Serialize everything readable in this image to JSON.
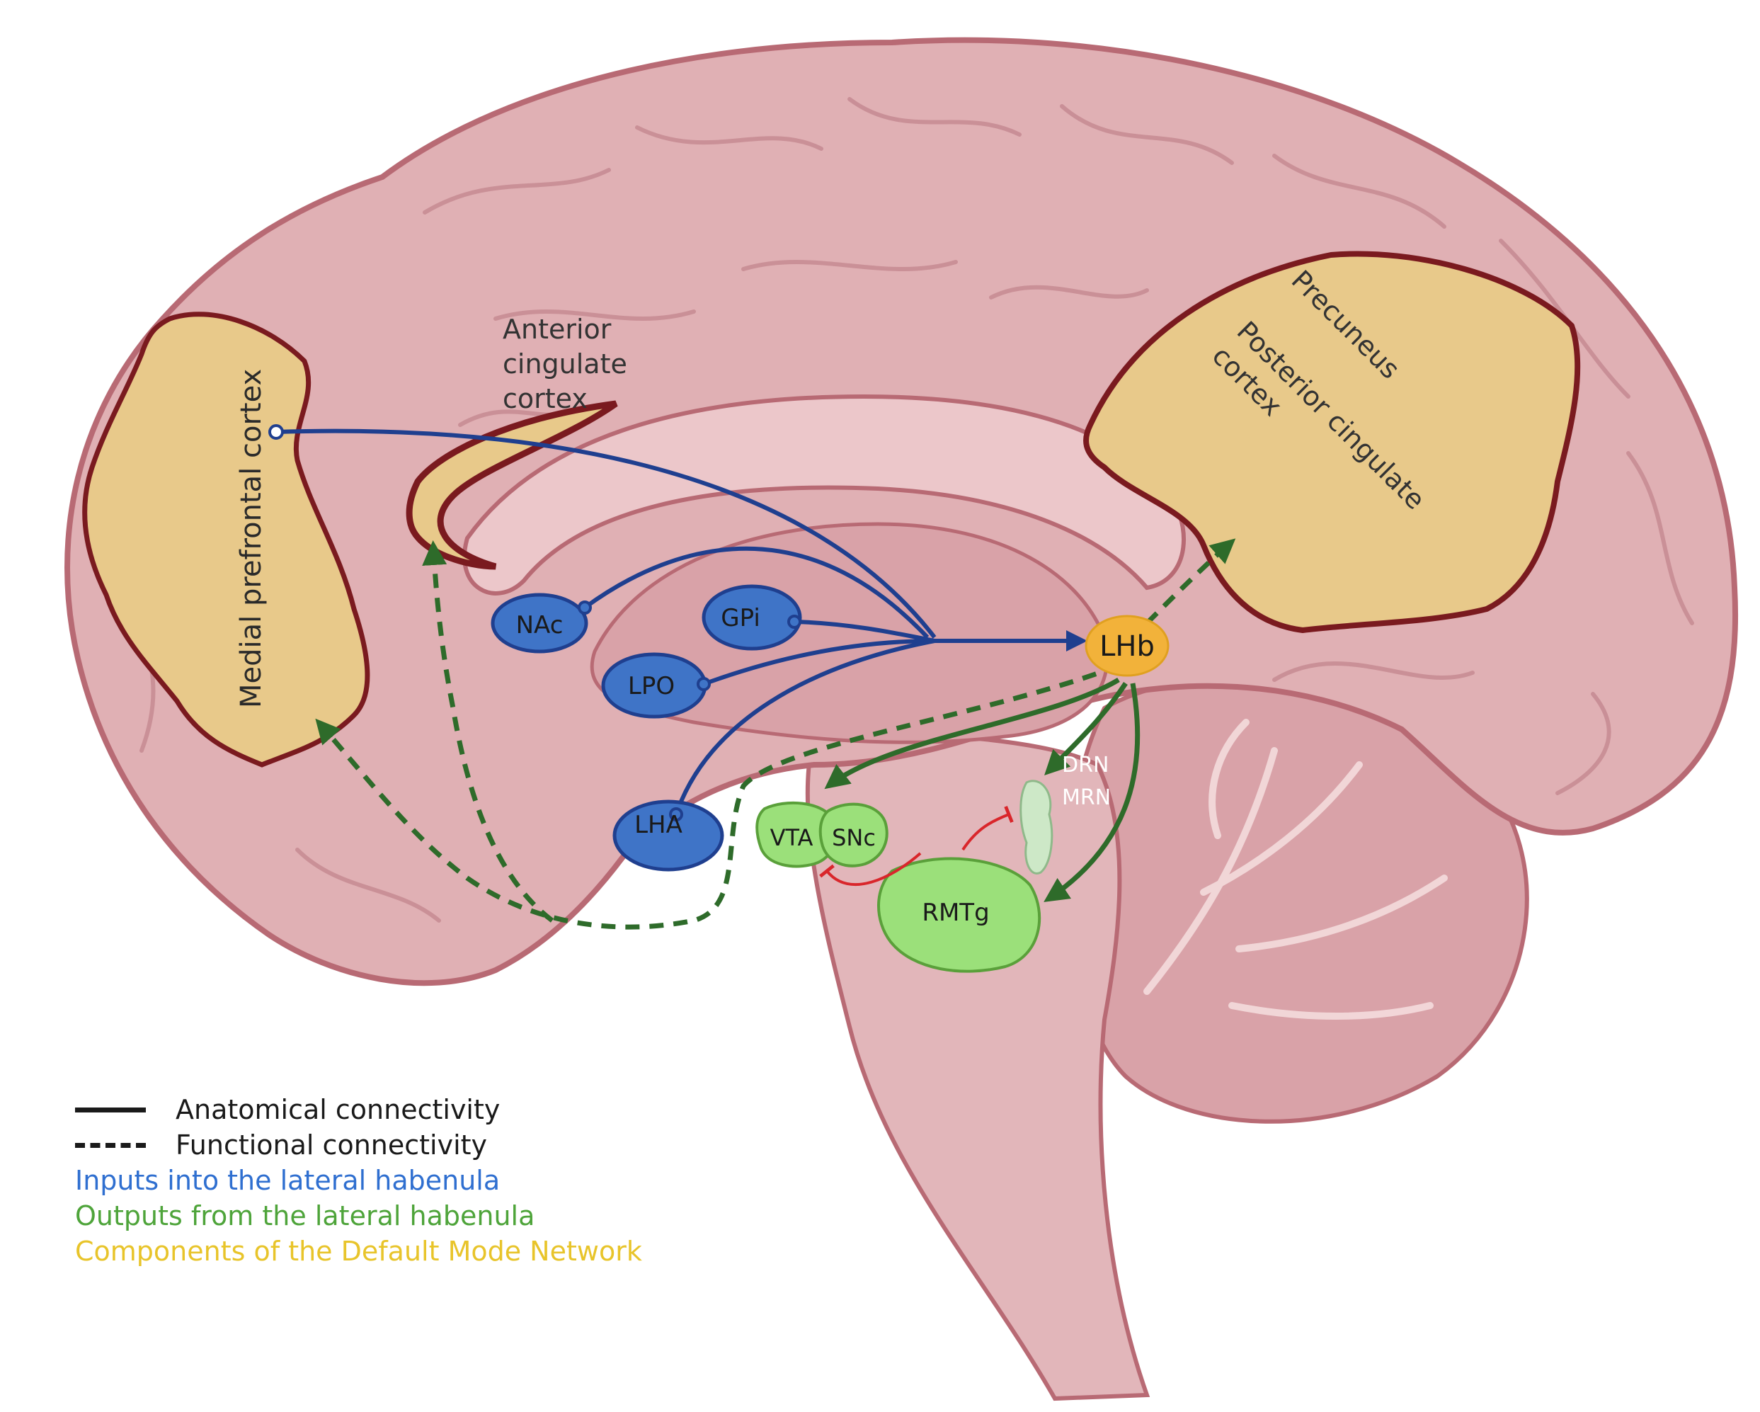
{
  "regions": {
    "mpfc": "Medial prefrontal cortex",
    "acc": [
      "Anterior",
      "cingulate",
      "cortex"
    ],
    "precuneus": "Precuneus",
    "pcc": [
      "Posterior cingulate",
      "cortex"
    ]
  },
  "nodes": {
    "nac": "NAc",
    "gpi": "GPi",
    "lpo": "LPO",
    "lha": "LHA",
    "lhb": "LHb",
    "vta": "VTA",
    "snc": "SNc",
    "rmtg": "RMTg",
    "drn": "DRN",
    "mrn": "MRN"
  },
  "legend": {
    "anatomical": "Anatomical connectivity",
    "functional": "Functional connectivity",
    "inputs": "Inputs into the lateral habenula",
    "outputs": "Outputs from the lateral habenula",
    "dmn": "Components of the Default Mode Network"
  },
  "colors": {
    "brain": "#e0b0b4",
    "brain_outline": "#b86a74",
    "dmn_fill": "#e8c98a",
    "dmn_outline": "#7a1a1f",
    "input_blue": "#1f3f8f",
    "input_node": "#3f74c7",
    "output_green": "#2e6b2a",
    "output_node": "#9be07a",
    "lhb": "#f2b23a",
    "inhibit_red": "#d9262b",
    "legend_blue": "#2f6fd0",
    "legend_green": "#4ea43a",
    "legend_yellow": "#e8c42a"
  }
}
